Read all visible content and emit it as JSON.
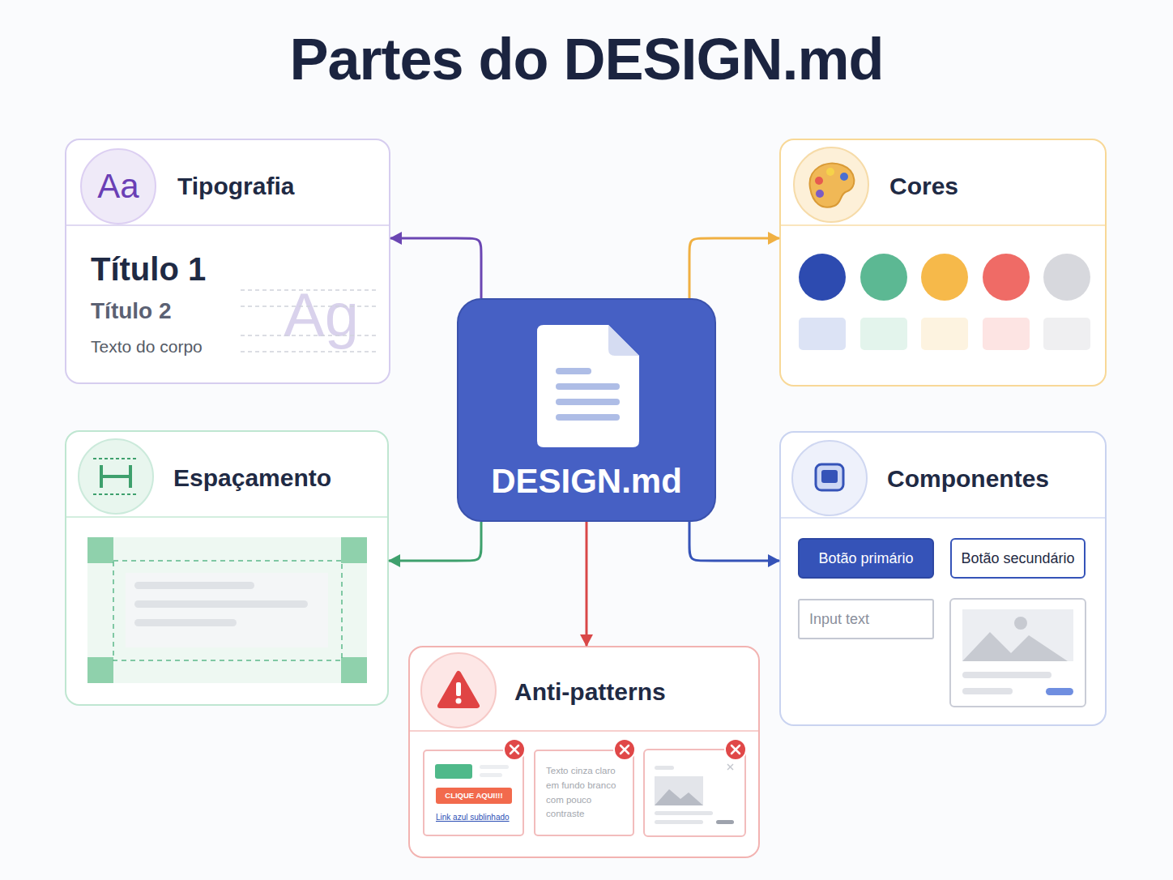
{
  "diagram": {
    "title": "Partes do DESIGN.md",
    "nodes": [
      {
        "text": [
          "Aa",
          "Tipografia",
          "Título 1",
          "Título 2",
          "Texto do corpo",
          "Ag"
        ]
      },
      {
        "text": [
          "Cores"
        ]
      },
      {
        "text": [
          "DESIGN.md"
        ]
      },
      {
        "text": [
          "Espaçamento"
        ]
      },
      {
        "text": [
          "Componentes"
        ]
      },
      {
        "text": [
          "Botão primário"
        ],
        "in": 4
      },
      {
        "text": [
          "Botão secundário"
        ],
        "in": 4
      },
      {
        "text": [
          "Input text"
        ],
        "in": 4
      },
      {
        "text": [
          "Anti-patterns"
        ]
      },
      {
        "text": [
          "CLIQUE AQUI!!!",
          "Link azul sublinhado"
        ],
        "in": 8
      },
      {
        "text": [
          "Texto cinza claro em fundo branco com pouco contraste"
        ],
        "in": 8
      }
    ],
    "edges": [
      {
        "from": 2,
        "to": 0,
        "arrow": "to"
      },
      {
        "from": 2,
        "to": 1,
        "arrow": "to"
      },
      {
        "from": 2,
        "to": 3,
        "arrow": "to"
      },
      {
        "from": 2,
        "to": 4,
        "arrow": "to"
      },
      {
        "from": 2,
        "to": 8,
        "arrow": "to"
      }
    ]
  }
}
